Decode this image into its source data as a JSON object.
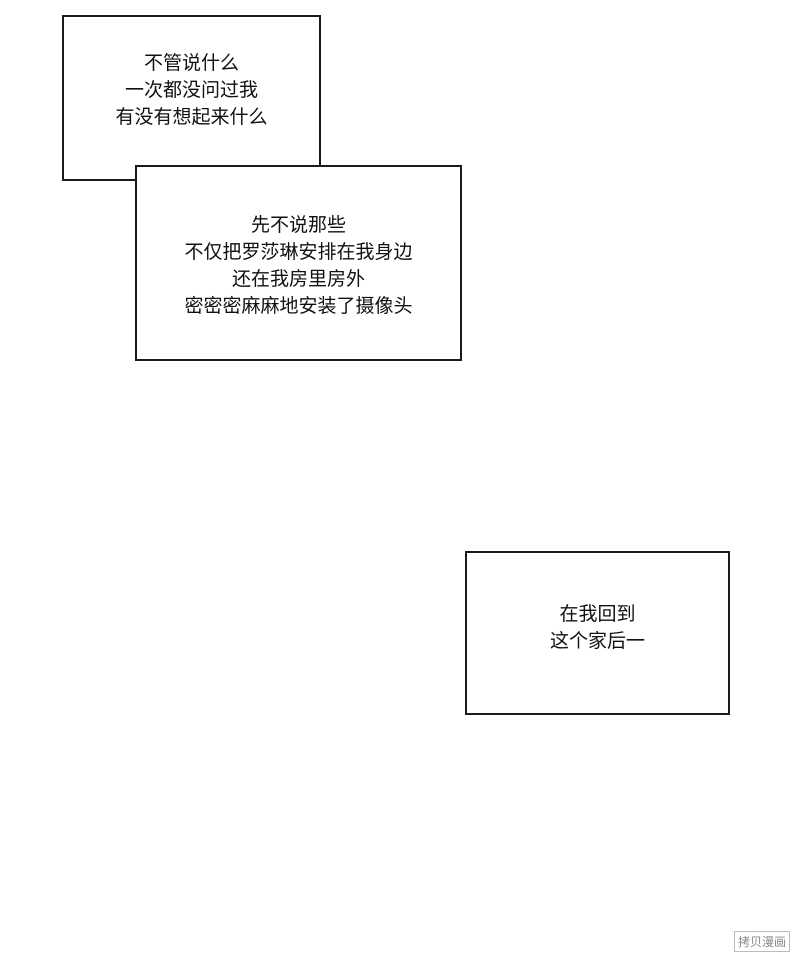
{
  "panels": [
    {
      "lines": [
        "不管说什么",
        "一次都没问过我",
        "有没有想起来什么"
      ]
    },
    {
      "lines": [
        "先不说那些",
        "不仅把罗莎琳安排在我身边",
        "还在我房里房外",
        "密密密麻麻地安装了摄像头"
      ]
    },
    {
      "lines": [
        "在我回到",
        "这个家后一"
      ]
    }
  ],
  "watermark": "拷贝漫画"
}
